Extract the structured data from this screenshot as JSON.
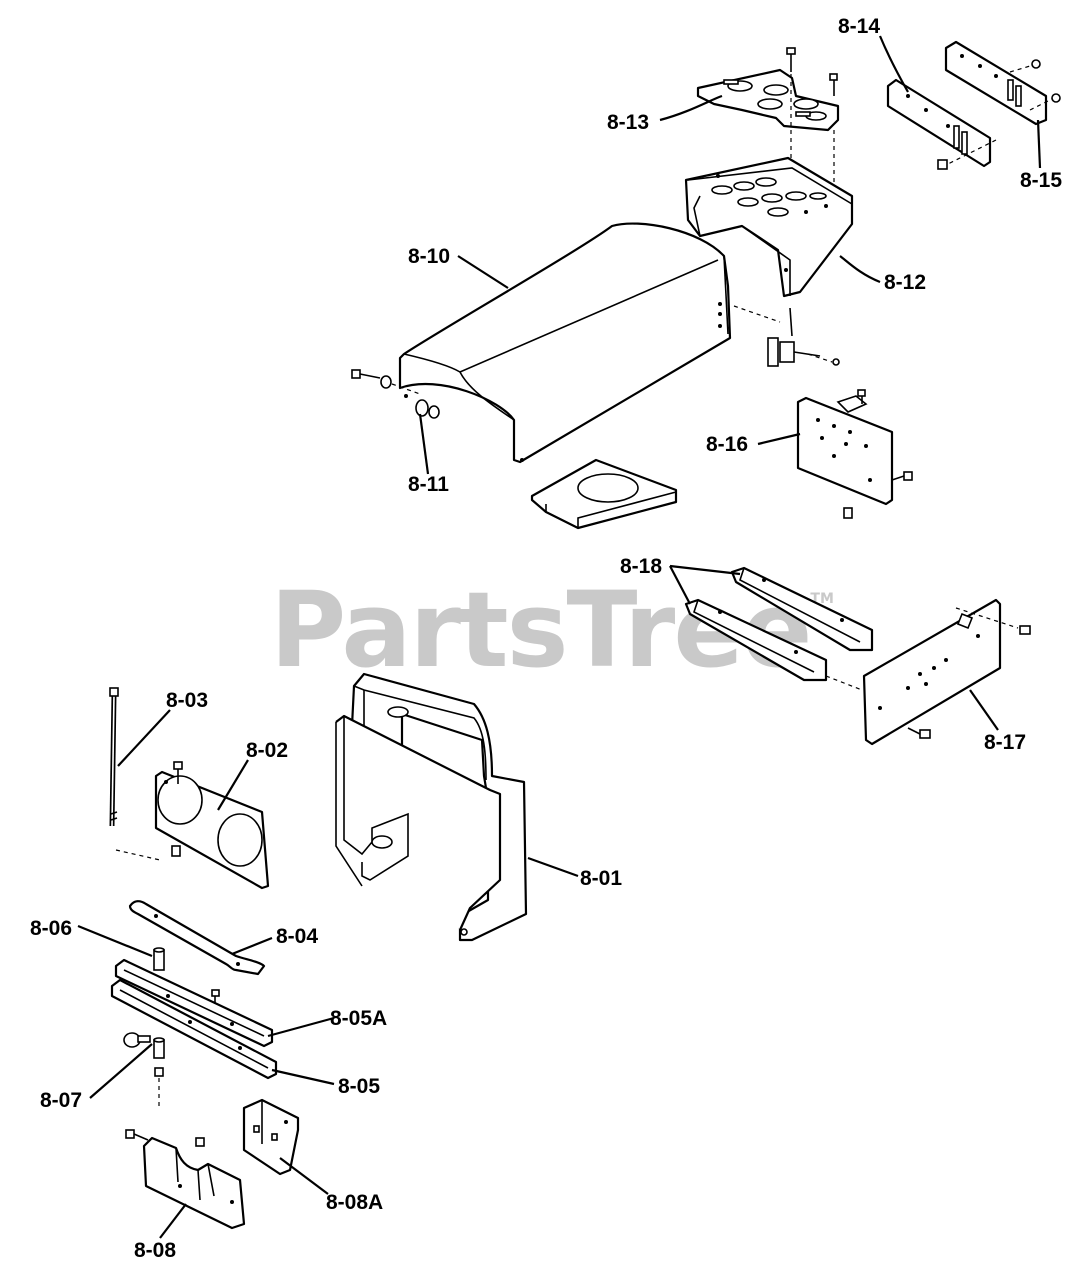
{
  "watermark": {
    "text": "PartsTree",
    "tm": "TM"
  },
  "callouts": {
    "c_8_01": "8-01",
    "c_8_02": "8-02",
    "c_8_03": "8-03",
    "c_8_04": "8-04",
    "c_8_05": "8-05",
    "c_8_05A": "8-05A",
    "c_8_06": "8-06",
    "c_8_07": "8-07",
    "c_8_08": "8-08",
    "c_8_08A": "8-08A",
    "c_8_10": "8-10",
    "c_8_11": "8-11",
    "c_8_12": "8-12",
    "c_8_13": "8-13",
    "c_8_14": "8-14",
    "c_8_15": "8-15",
    "c_8_16": "8-16",
    "c_8_17": "8-17",
    "c_8_18": "8-18"
  }
}
